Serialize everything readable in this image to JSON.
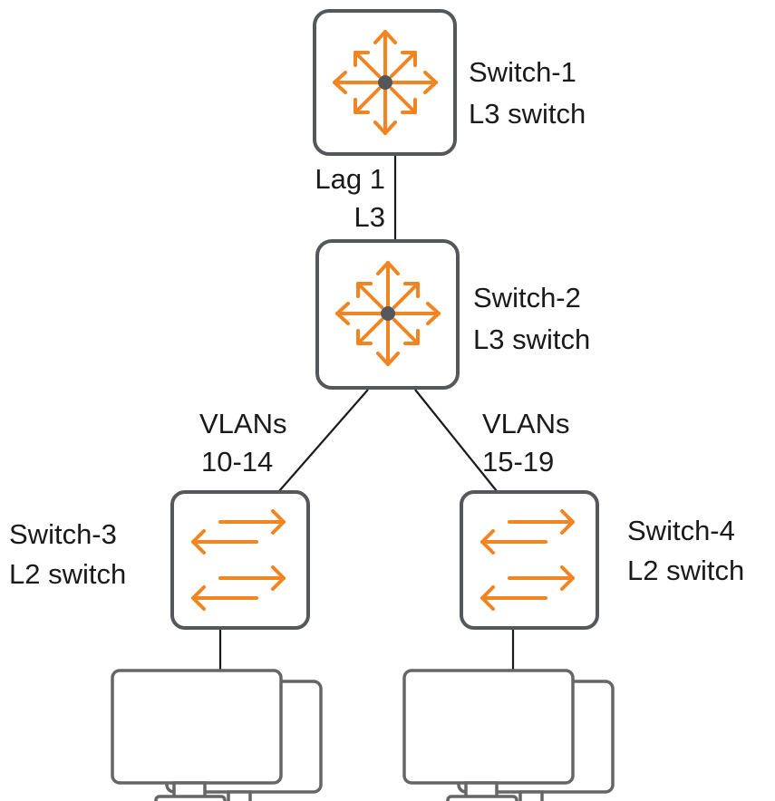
{
  "nodes": {
    "switch1": {
      "name": "Switch-1",
      "role": "L3 switch",
      "icon": "l3-switch-icon"
    },
    "switch2": {
      "name": "Switch-2",
      "role": "L3 switch",
      "icon": "l3-switch-icon"
    },
    "switch3": {
      "name": "Switch-3",
      "role": "L2 switch",
      "icon": "l2-switch-icon"
    },
    "switch4": {
      "name": "Switch-4",
      "role": "L2 switch",
      "icon": "l2-switch-icon"
    }
  },
  "links": {
    "s1_s2": {
      "line1": "Lag 1",
      "line2": "L3"
    },
    "s2_s3": {
      "line1": "VLANs",
      "line2": "10-14"
    },
    "s2_s4": {
      "line1": "VLANs",
      "line2": "15-19"
    }
  },
  "endpoints": {
    "left": {
      "icon": "computers-icon"
    },
    "right": {
      "icon": "computers-icon"
    }
  },
  "colors": {
    "accent": "#f08522",
    "box_border": "#55575a",
    "hub_dot": "#55575a",
    "text": "#1a1a1a"
  }
}
